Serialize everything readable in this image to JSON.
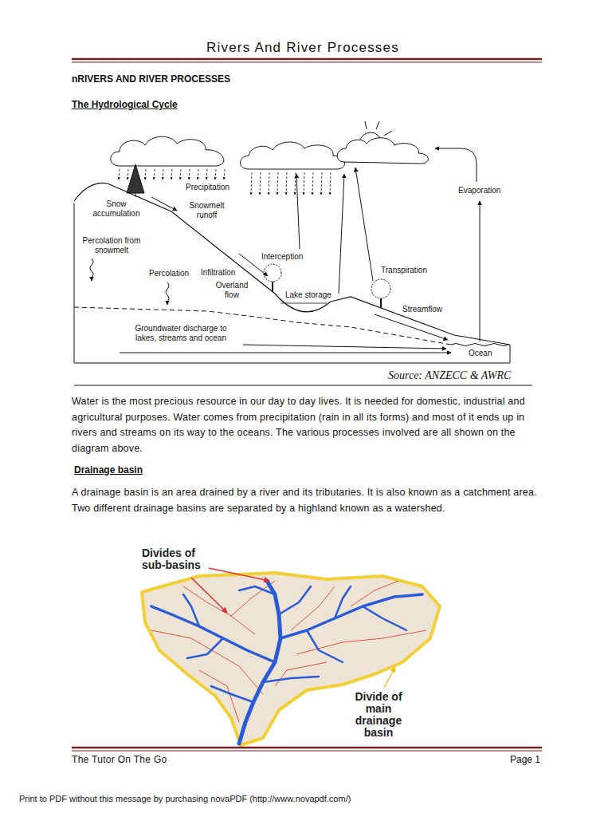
{
  "diagram": {
    "title": "Rivers And River Processes",
    "labels": [
      "nRIVERS AND RIVER PROCESSES",
      "The Hydrological Cycle",
      "Precipitation",
      "Evaporation",
      "Snow accumulation",
      "Snowmelt runoff",
      "Percolation from snowmelt",
      "Percolation",
      "Infiltration",
      "Interception",
      "Overland flow",
      "Transpiration",
      "Lake storage",
      "Streamflow",
      "Groundwater discharge to lakes, streams and ocean",
      "Ocean",
      "Source: ANZECC & AWRC",
      "Water is the most precious resource in our day to day lives. It is needed for domestic, industrial and agricultural purposes. Water comes from precipitation (rain in all its forms) and most of it ends up in rivers and streams on its way to the oceans. The various processes involved are all shown on the diagram above.",
      "Drainage basin",
      "A drainage basin is an area drained by a river and its tributaries. It is also known as a catchment area. Two different drainage basins are separated by a highland known as a watershed.",
      "Divides of sub-basins",
      "Divide of main drainage basin",
      "The Tutor On The Go",
      "Page 1",
      "Print to PDF without this message by purchasing novaPDF (http://www.novapdf.com/)"
    ]
  }
}
